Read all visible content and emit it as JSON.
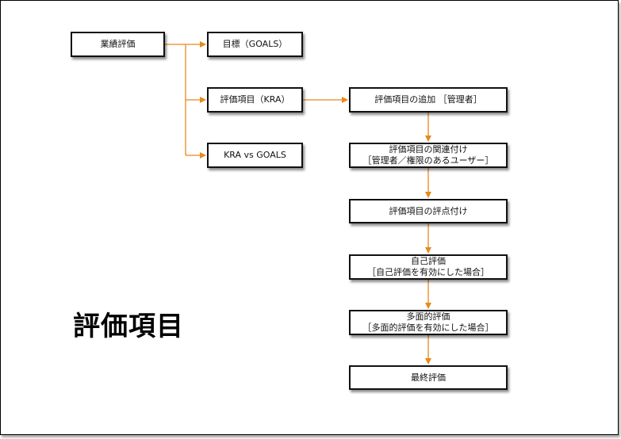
{
  "title": "評価項目",
  "colors": {
    "connector": "#E8891A",
    "border": "#111111"
  },
  "nodes": {
    "gyoseki": {
      "lines": [
        "業績評価"
      ]
    },
    "goals": {
      "lines": [
        "目標（GOALS）"
      ]
    },
    "kra": {
      "lines": [
        "評価項目（KRA）"
      ]
    },
    "kra_vs_goals": {
      "lines": [
        "KRA vs GOALS"
      ]
    },
    "add_item": {
      "lines": [
        "評価項目の追加 ［管理者］"
      ]
    },
    "link_item": {
      "lines": [
        "評価項目の関連付け",
        "［管理者／権限のあるユーザー］"
      ]
    },
    "score": {
      "lines": [
        "評価項目の評点付け"
      ]
    },
    "self_eval": {
      "lines": [
        "自己評価",
        "［自己評価を有効にした場合］"
      ]
    },
    "multi_eval": {
      "lines": [
        "多面的評価",
        "［多面的評価を有効にした場合］"
      ]
    },
    "final_eval": {
      "lines": [
        "最終評価"
      ]
    }
  }
}
